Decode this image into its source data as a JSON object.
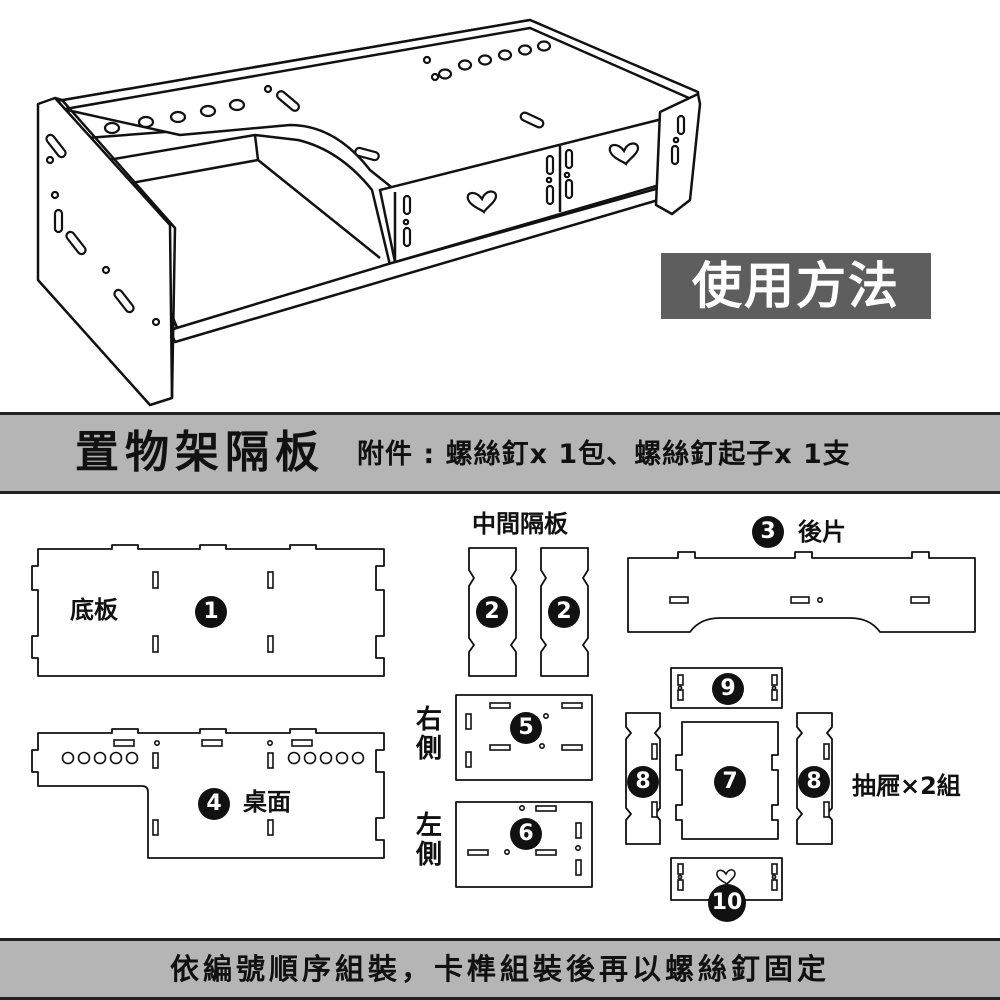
{
  "hero": {
    "title": "使用方法"
  },
  "banner": {
    "title": "置物架隔板",
    "accessories": "附件 : 螺絲釘x 1包、螺絲釘起子x 1支"
  },
  "parts": {
    "middle_divider_label": "中間隔板",
    "back_label": "後片",
    "base_label": "底板",
    "desk_label": "桌面",
    "right_side_label": [
      "右",
      "側"
    ],
    "left_side_label": [
      "左",
      "側"
    ],
    "drawer_label": "抽屜×2組",
    "numbers": {
      "base": "1",
      "divider_a": "2",
      "divider_b": "2",
      "back": "3",
      "desk": "4",
      "right_side": "5",
      "left_side": "6",
      "drawer_bottom": "7",
      "drawer_side_left": "8",
      "drawer_side_right": "8",
      "drawer_back": "9",
      "drawer_front": "10"
    }
  },
  "footer": {
    "text": "依編號順序組裝，卡榫組裝後再以螺絲釘固定"
  }
}
